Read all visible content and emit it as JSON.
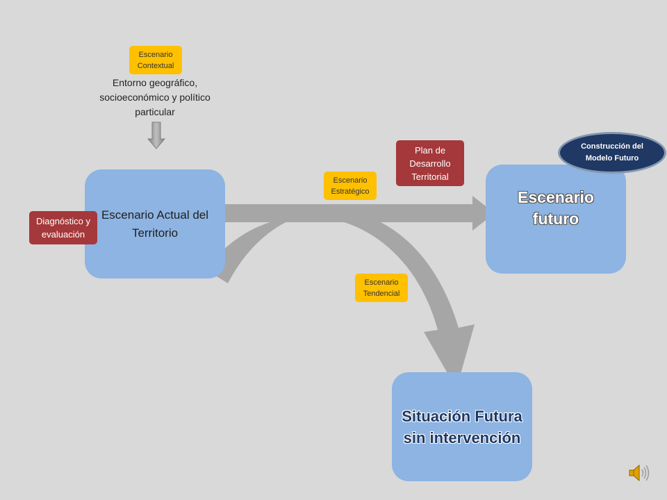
{
  "contextual": {
    "tag": "Escenario Contextual",
    "description": "Entorno geográfico, socioeconómico y político particular"
  },
  "current": {
    "title": "Escenario Actual del Territorio",
    "tag": "Diagnóstico y evaluación"
  },
  "strategic": {
    "tag": "Escenario Estratégico",
    "plan": "Plan de Desarrollo Territorial"
  },
  "future": {
    "title": "Escenario futuro",
    "badge": "Construcción del Modelo Futuro"
  },
  "tendential": {
    "tag": "Escenario Tendencial",
    "outcome": "Situación Futura sin intervención"
  },
  "icons": {
    "down_arrow": "down-arrow-icon",
    "speaker": "speaker-icon"
  },
  "colors": {
    "background": "#d9d9d9",
    "blue_box": "#8db4e2",
    "yellow_tag": "#ffc000",
    "red_tag": "#a5383a",
    "navy_ellipse": "#1f3864",
    "arrow_gray": "#a6a6a6"
  }
}
